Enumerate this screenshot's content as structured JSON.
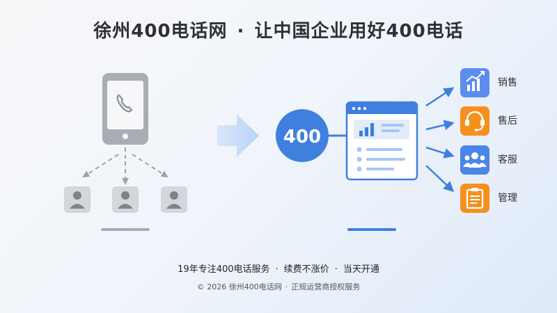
{
  "header": {
    "brand": "徐州400电话网",
    "separator": "·",
    "slogan": "让中国企业用好400电话"
  },
  "diagram": {
    "number_badge": "400",
    "departments": [
      {
        "label": "销售",
        "icon": "chart-trend-icon",
        "color": "#5b8def"
      },
      {
        "label": "售后",
        "icon": "headset-icon",
        "color": "#f5901e"
      },
      {
        "label": "客服",
        "icon": "users-icon",
        "color": "#4a86e8"
      },
      {
        "label": "管理",
        "icon": "clipboard-icon",
        "color": "#f5901e"
      }
    ]
  },
  "footer": {
    "features": [
      "19年专注400电话服务",
      "续费不涨价",
      "当天开通"
    ],
    "separator": "·",
    "copyright": "© 2026 徐州400电话网",
    "license": "正规运营商授权服务"
  },
  "colors": {
    "accent_blue": "#3f7fdd",
    "orange": "#f5901e",
    "phone_gray": "#a9adb3",
    "title_text": "#2f3033"
  }
}
